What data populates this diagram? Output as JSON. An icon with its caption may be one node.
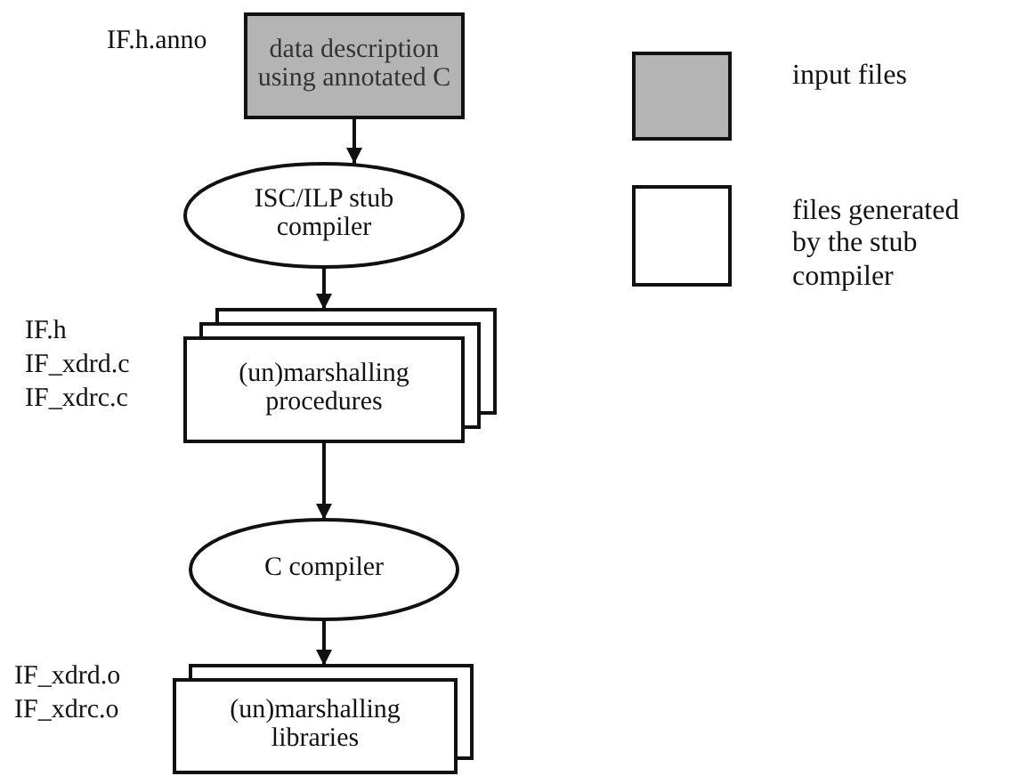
{
  "diagram": {
    "nodes": [
      {
        "text": [
          "data description using annotated C"
        ],
        "beside": [
          "IF.h.anno"
        ]
      },
      {
        "text": [
          "ISC/ILP stub compiler"
        ]
      },
      {
        "text": [
          "(un)marshalling procedures"
        ],
        "beside": [
          "IF.h",
          "IF_xdrd.c",
          "IF_xdrc.c"
        ]
      },
      {
        "text": [
          "C compiler"
        ]
      },
      {
        "text": [
          "(un)marshalling libraries"
        ],
        "beside": [
          "IF_xdrd.o",
          "IF_xdrc.o"
        ]
      }
    ],
    "edges": [
      {
        "from": 0,
        "to": 1,
        "arrow": "to"
      },
      {
        "from": 1,
        "to": 2,
        "arrow": "to"
      },
      {
        "from": 2,
        "to": 3,
        "arrow": "to"
      },
      {
        "from": 3,
        "to": 4,
        "arrow": "to"
      }
    ],
    "legend": [
      {
        "text": "input files",
        "color": "#b4b4b4"
      },
      {
        "text": "files generated by the stub compiler",
        "color": "#ffffff"
      }
    ]
  }
}
